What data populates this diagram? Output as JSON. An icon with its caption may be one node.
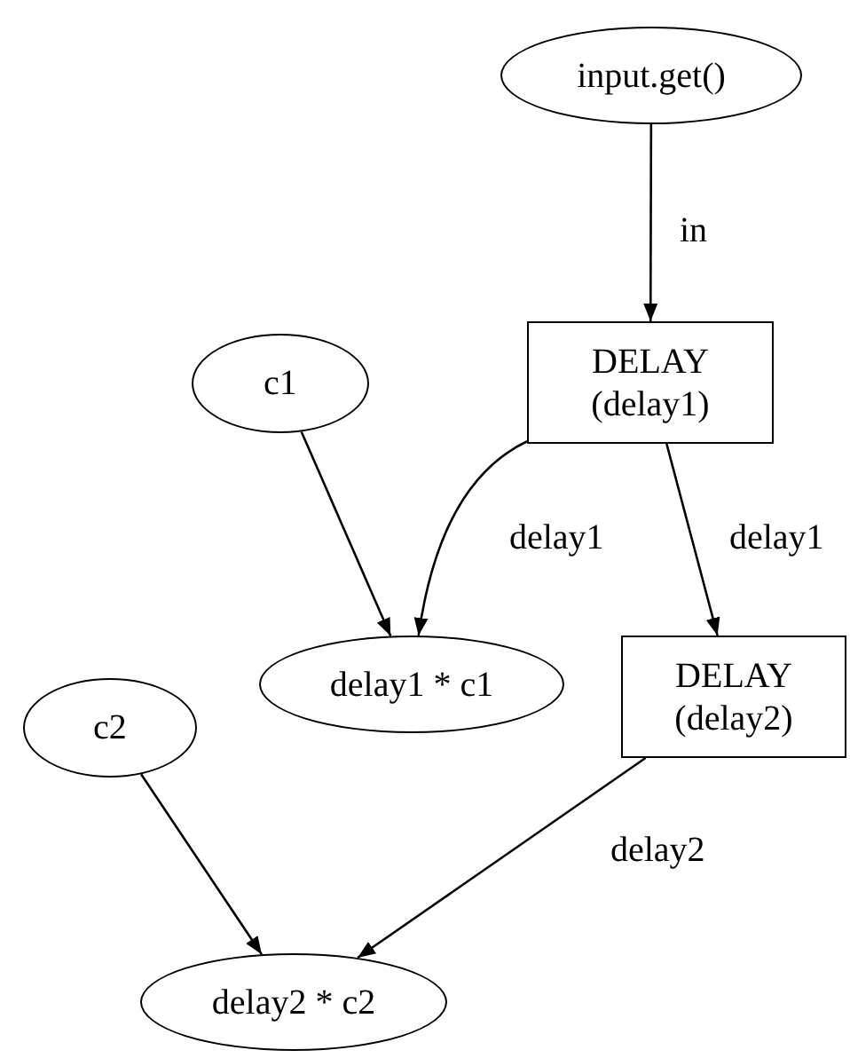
{
  "diagram": {
    "nodes": [
      {
        "text": [
          "input.get()"
        ]
      },
      {
        "text": [
          "DELAY (delay1)"
        ]
      },
      {
        "text": [
          "c1"
        ]
      },
      {
        "text": [
          "delay1 * c1"
        ]
      },
      {
        "text": [
          "DELAY (delay2)"
        ]
      },
      {
        "text": [
          "c2"
        ]
      },
      {
        "text": [
          "delay2 * c2"
        ]
      }
    ],
    "edges": [
      {
        "from": 0,
        "to": 1,
        "arrow": "to",
        "label": "in"
      },
      {
        "from": 1,
        "to": 3,
        "arrow": "to",
        "label": "delay1"
      },
      {
        "from": 2,
        "to": 3,
        "arrow": "to"
      },
      {
        "from": 1,
        "to": 4,
        "arrow": "to",
        "label": "delay1"
      },
      {
        "from": 4,
        "to": 6,
        "arrow": "to",
        "label": "delay2"
      },
      {
        "from": 5,
        "to": 6,
        "arrow": "to"
      }
    ]
  }
}
